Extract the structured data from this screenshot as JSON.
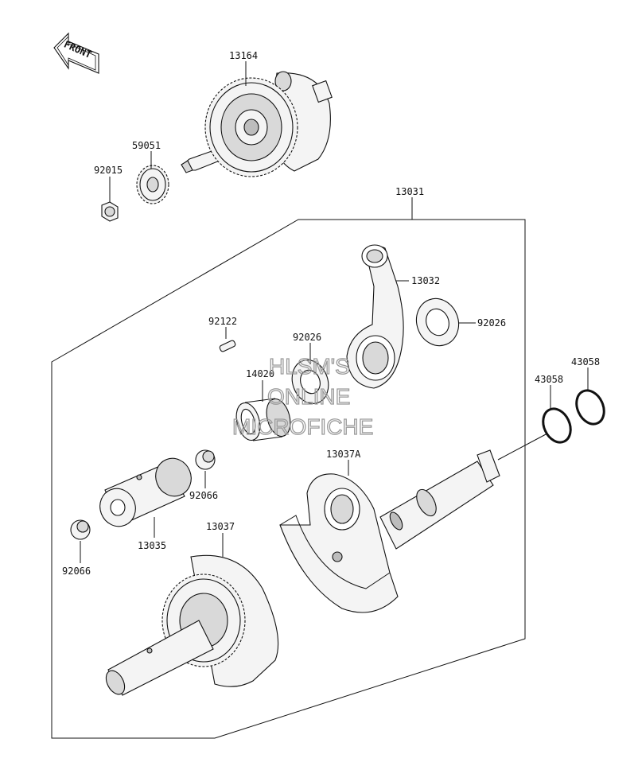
{
  "front_indicator": {
    "text": "FRONT"
  },
  "parts": {
    "p13164": "13164",
    "p59051": "59051",
    "p92015": "92015",
    "p13031": "13031",
    "p13032": "13032",
    "p92026a": "92026",
    "p92026b": "92026",
    "p92122": "92122",
    "p14020": "14020",
    "p43058a": "43058",
    "p43058b": "43058",
    "p13037A": "13037A",
    "p92066a": "92066",
    "p13035": "13035",
    "p13037": "13037",
    "p92066b": "92066"
  },
  "watermark": {
    "line1": "HLSM'S",
    "line2": "ONLINE",
    "line3": "MICROFICHE"
  }
}
